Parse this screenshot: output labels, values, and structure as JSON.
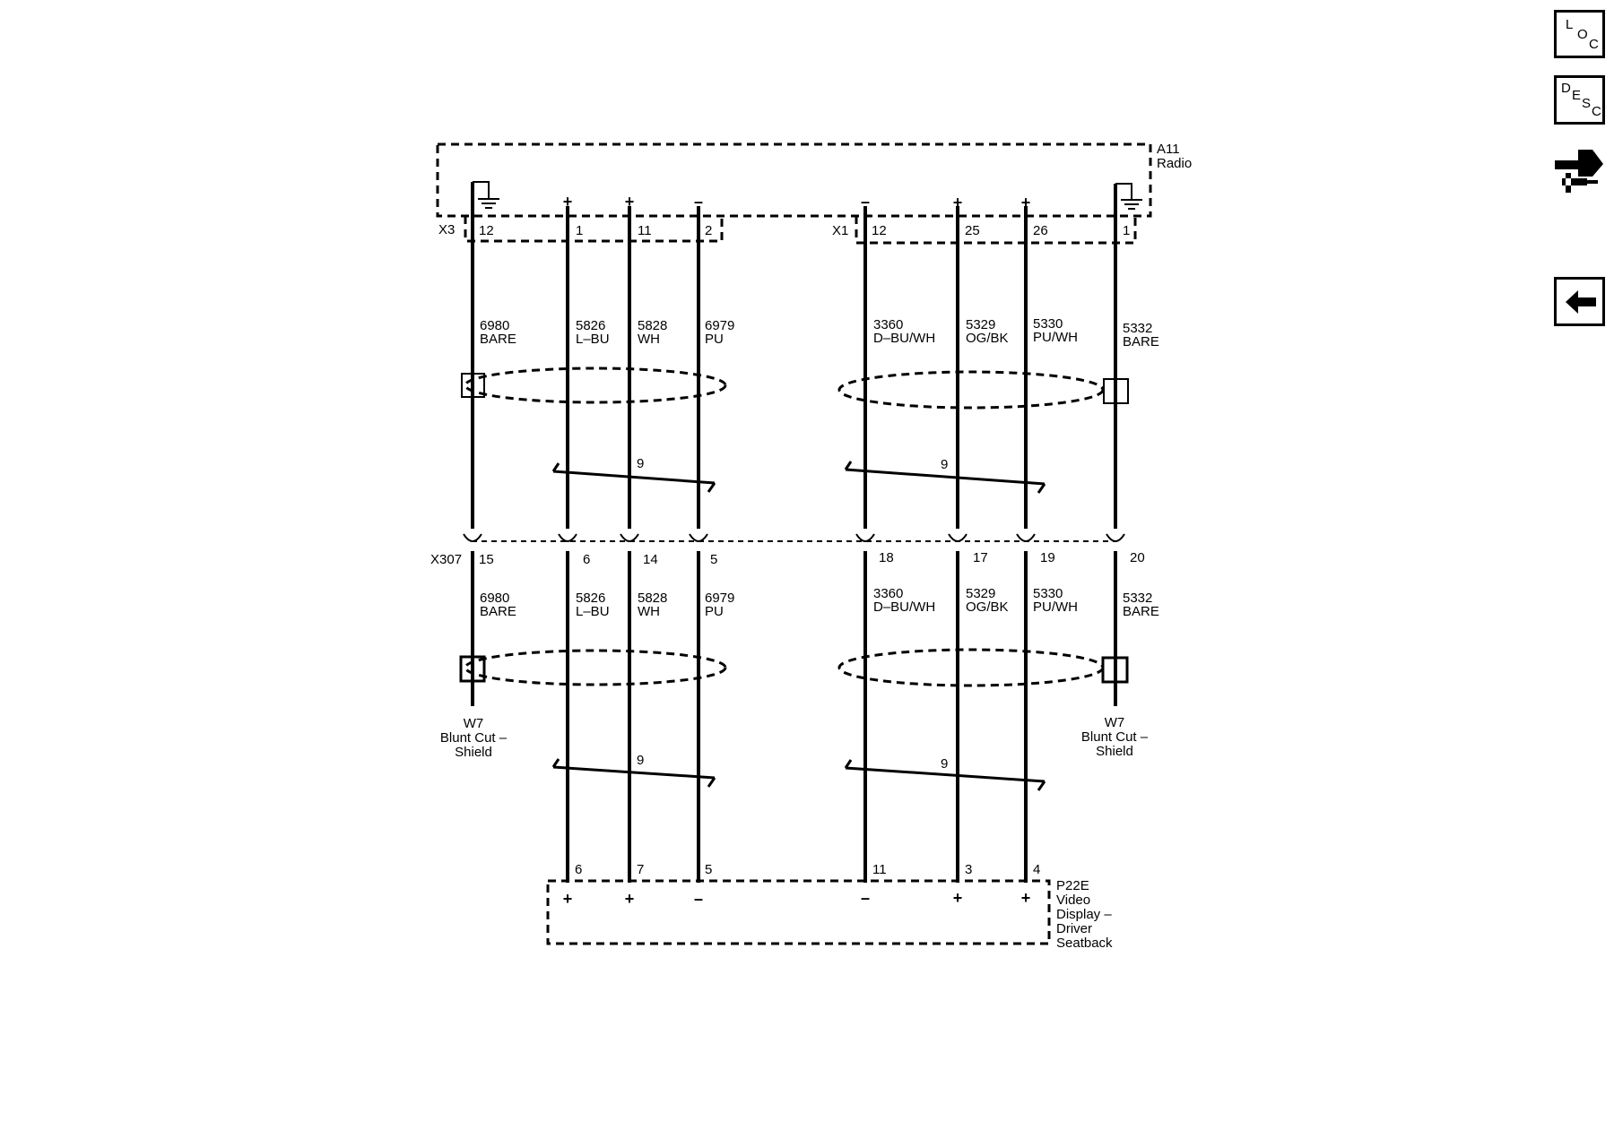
{
  "components": {
    "radio": {
      "ref": "A11",
      "name": "Radio"
    },
    "display": {
      "ref": "P22E",
      "name_lines": [
        "Video",
        "Display –",
        "Driver",
        "Seatback"
      ]
    }
  },
  "connectors": {
    "x3": "X3",
    "x1": "X1",
    "x307": "X307"
  },
  "bundle_count": "9",
  "wires": [
    {
      "id": "w1",
      "pin_top": "12",
      "pin_mid": "15",
      "pin_bot": "",
      "circuit": "6980",
      "color": "BARE",
      "polarity_top": "ground",
      "polarity_bot": ""
    },
    {
      "id": "w2",
      "pin_top": "1",
      "pin_mid": "6",
      "pin_bot": "6",
      "circuit": "5826",
      "color": "L–BU",
      "polarity_top": "+",
      "polarity_bot": "+"
    },
    {
      "id": "w3",
      "pin_top": "11",
      "pin_mid": "14",
      "pin_bot": "7",
      "circuit": "5828",
      "color": "WH",
      "polarity_top": "+",
      "polarity_bot": "+"
    },
    {
      "id": "w4",
      "pin_top": "2",
      "pin_mid": "5",
      "pin_bot": "5",
      "circuit": "6979",
      "color": "PU",
      "polarity_top": "–",
      "polarity_bot": "–"
    },
    {
      "id": "w5",
      "pin_top": "12",
      "pin_mid": "18",
      "pin_bot": "11",
      "circuit": "3360",
      "color": "D–BU/WH",
      "polarity_top": "–",
      "polarity_bot": "–"
    },
    {
      "id": "w6",
      "pin_top": "25",
      "pin_mid": "17",
      "pin_bot": "3",
      "circuit": "5329",
      "color": "OG/BK",
      "polarity_top": "+",
      "polarity_bot": "+"
    },
    {
      "id": "w7",
      "pin_top": "26",
      "pin_mid": "19",
      "pin_bot": "4",
      "circuit": "5330",
      "color": "PU/WH",
      "polarity_top": "+",
      "polarity_bot": "+"
    },
    {
      "id": "w8",
      "pin_top": "1",
      "pin_mid": "20",
      "pin_bot": "",
      "circuit": "5332",
      "color": "BARE",
      "polarity_top": "ground",
      "polarity_bot": ""
    }
  ],
  "shield_terminations": {
    "left": {
      "lines": [
        "W7",
        "Blunt Cut –",
        "Shield"
      ]
    },
    "right": {
      "lines": [
        "W7",
        "Blunt Cut –",
        "Shield"
      ]
    }
  },
  "sidebar": {
    "loc": {
      "letters": [
        "L",
        "O",
        "C"
      ],
      "icon": "loc-icon"
    },
    "desc": {
      "letters": [
        "D",
        "E",
        "S",
        "C"
      ],
      "icon": "desc-icon"
    },
    "connector_icon": "connector-hand-icon",
    "back_icon": "back-arrow-icon"
  }
}
